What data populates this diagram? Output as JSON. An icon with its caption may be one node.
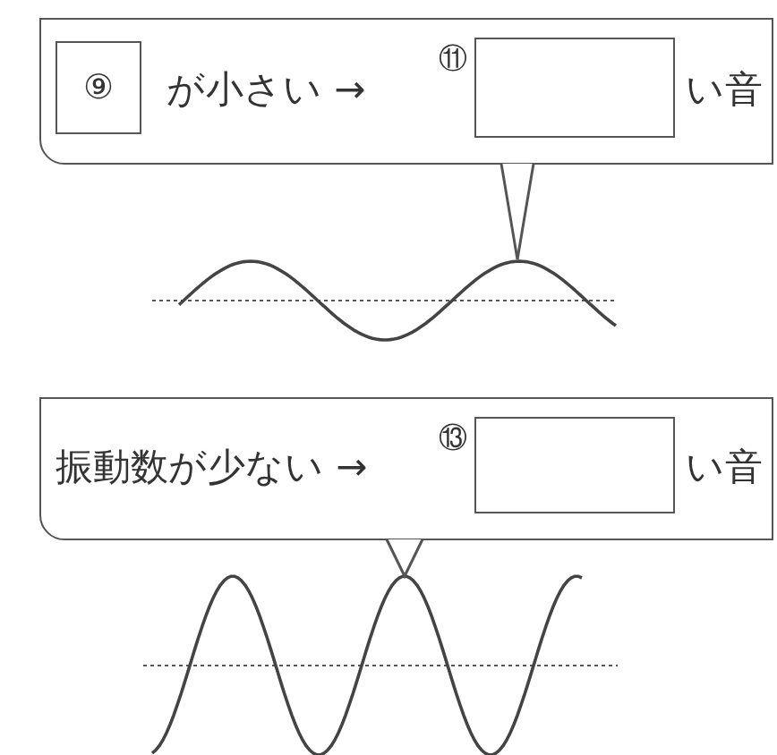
{
  "diagram": {
    "nodes": [
      {
        "text": [
          "が小さい →",
          "⑪",
          "い音"
        ]
      },
      {
        "text": [
          "⑨"
        ],
        "in": 0
      },
      {
        "text": [],
        "shape": "box",
        "in": 0
      },
      {
        "text": [
          "振動数が少ない →",
          "⑬",
          "い音"
        ]
      },
      {
        "text": [],
        "shape": "box",
        "in": 3
      }
    ]
  }
}
